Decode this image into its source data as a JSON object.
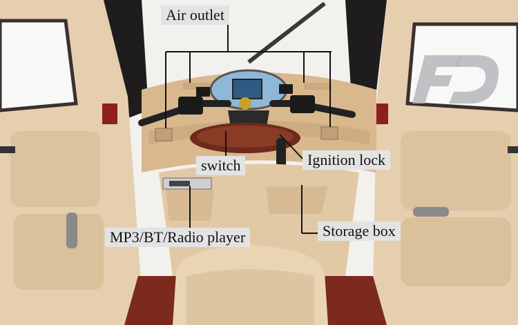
{
  "labels": {
    "air_outlet": "Air outlet",
    "switch": "switch",
    "ignition_lock": "Ignition lock",
    "mp3_player": "MP3/BT/Radio player",
    "storage_box": "Storage box"
  },
  "colors": {
    "interior": "#e8d2b4",
    "dashboard": "#d9b88e",
    "label_bg": "#e3e3e3"
  }
}
